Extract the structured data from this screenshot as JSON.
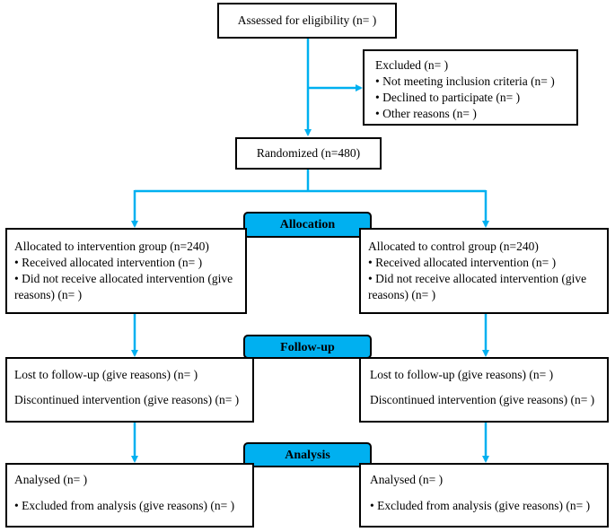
{
  "colors": {
    "arrow": "#00b0f0",
    "stage_fill": "#00b0f0",
    "border": "#000000"
  },
  "enrollment": {
    "assessed": "Assessed for eligibility (n=   )",
    "excluded": {
      "title": "Excluded (n=   )",
      "items": [
        "Not meeting inclusion criteria (n=   )",
        "Declined to participate (n=   )",
        "Other reasons (n=   )"
      ]
    },
    "randomized": "Randomized (n=480)"
  },
  "stages": {
    "allocation": "Allocation",
    "followup": "Follow-up",
    "analysis": "Analysis"
  },
  "arms": [
    {
      "allocated": "Allocated to intervention group (n=240)",
      "received": "Received allocated intervention (n=   )",
      "not_received": "Did not receive allocated intervention (give reasons) (n=   )",
      "lost": "Lost to follow-up (give reasons) (n=   )",
      "discontinued": "Discontinued intervention (give reasons) (n=   )",
      "analysed": "Analysed  (n=   )",
      "excluded_analysis": "Excluded from analysis (give reasons) (n=   )"
    },
    {
      "allocated": "Allocated to control group (n=240)",
      "received": "Received allocated intervention (n=   )",
      "not_received": "Did not receive allocated intervention (give reasons) (n=   )",
      "lost": "Lost to follow-up (give reasons) (n=   )",
      "discontinued": "Discontinued intervention (give reasons) (n=   )",
      "analysed": "Analysed  (n=   )",
      "excluded_analysis": "Excluded from analysis (give reasons) (n=   )"
    }
  ]
}
